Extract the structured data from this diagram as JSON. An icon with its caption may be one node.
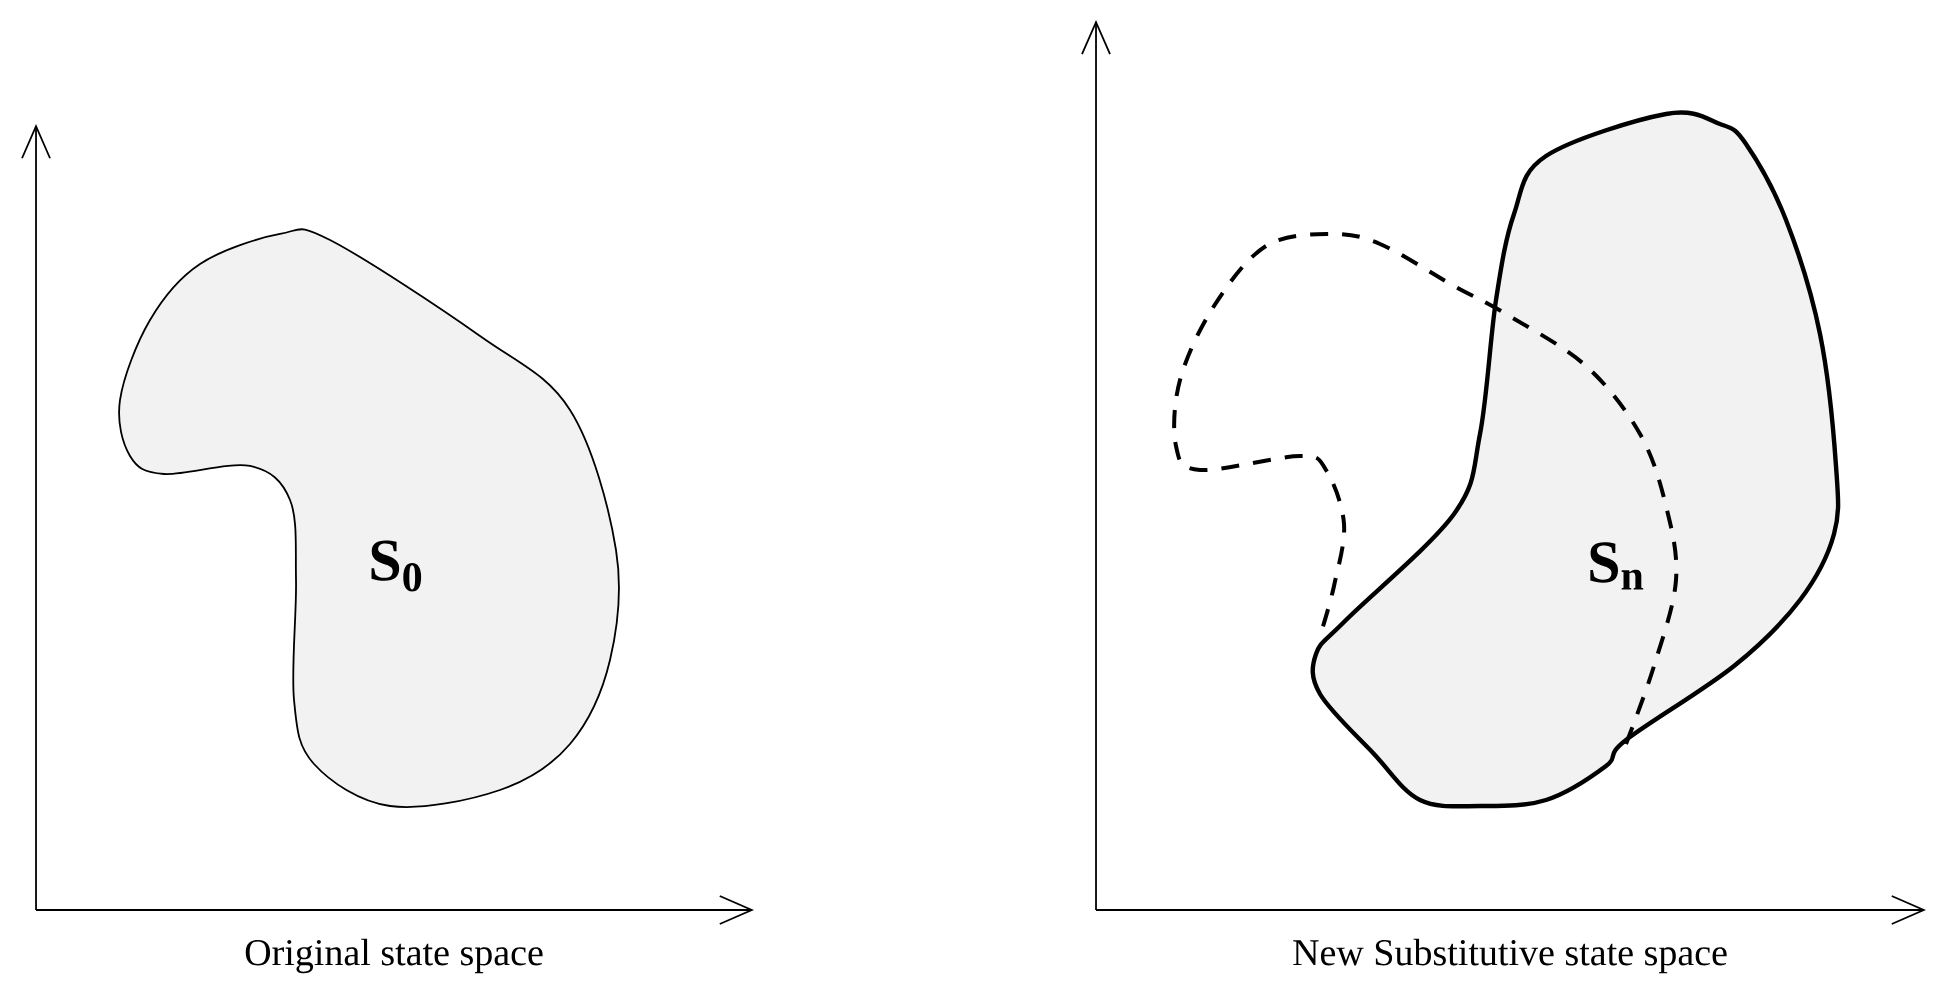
{
  "diagram": {
    "nodes": [
      {
        "text": [
          "S$_{0}$"
        ]
      },
      {
        "text": [
          "S$_{n}$"
        ]
      }
    ],
    "edges": [],
    "labels": [
      "Original state space",
      "New Substitutive state space"
    ]
  }
}
